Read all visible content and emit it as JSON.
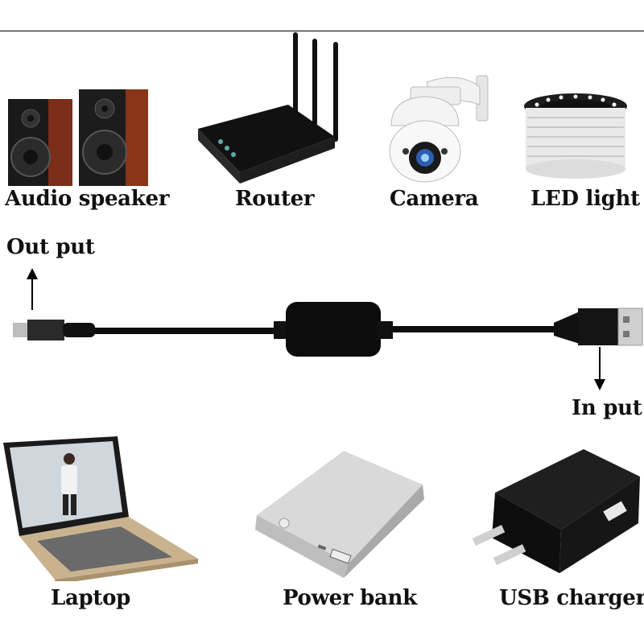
{
  "devices_top": {
    "speaker": "Audio speaker",
    "router": "Router",
    "camera": "Camera",
    "led": "LED light"
  },
  "cable": {
    "output_label": "Out put",
    "input_label": "In put"
  },
  "devices_bottom": {
    "laptop": "Laptop",
    "powerbank": "Power bank",
    "charger": "USB charger"
  }
}
